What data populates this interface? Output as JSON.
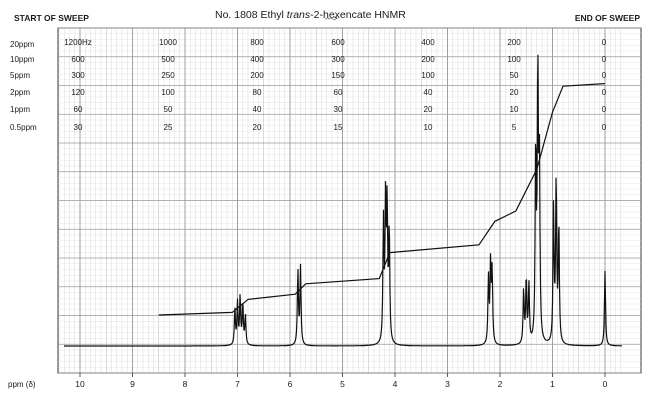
{
  "header": {
    "start_label": "START OF SWEEP",
    "title_prefix": "No. 1808 Ethyl ",
    "title_italic": "trans",
    "title_suffix": "-2-hexencate HNMR",
    "arrow": "--->",
    "end_label": "END OF SWEEP"
  },
  "sweep_table": {
    "row_labels": [
      "20ppm",
      "10ppm",
      "5ppm",
      "2ppm",
      "1ppm",
      "0.5ppm"
    ],
    "col1": [
      "1200Hz",
      "600",
      "300",
      "120",
      "60",
      "30"
    ],
    "columns": [
      [
        "1000",
        "500",
        "250",
        "100",
        "50",
        "25"
      ],
      [
        "800",
        "400",
        "200",
        "80",
        "40",
        "20"
      ],
      [
        "600",
        "300",
        "150",
        "60",
        "30",
        "15"
      ],
      [
        "400",
        "200",
        "100",
        "40",
        "20",
        "10"
      ],
      [
        "200",
        "100",
        "50",
        "20",
        "10",
        "5"
      ],
      [
        "0",
        "0",
        "0",
        "0",
        "0",
        "0"
      ]
    ]
  },
  "chart_data": {
    "type": "line",
    "title": "No. 1808 Ethyl trans-2-hexencate HNMR",
    "xlabel": "ppm (δ)",
    "ylabel": "",
    "xlim": [
      10.5,
      -0.3
    ],
    "x_reversed": true,
    "x_ticks": [
      "10",
      "9",
      "8",
      "7",
      "6",
      "5",
      "4",
      "3",
      "2",
      "1",
      "0"
    ],
    "x_tick_values": [
      10,
      9,
      8,
      7,
      6,
      5,
      4,
      3,
      2,
      1,
      0
    ],
    "grid": true,
    "series": [
      {
        "role": "spectrum",
        "peaks_ppm_relative_intensity": [
          [
            7.05,
            0.12
          ],
          [
            7.0,
            0.14
          ],
          [
            6.95,
            0.16
          ],
          [
            6.9,
            0.14
          ],
          [
            6.85,
            0.1
          ],
          [
            5.85,
            0.25
          ],
          [
            5.8,
            0.26
          ],
          [
            4.22,
            0.4
          ],
          [
            4.18,
            0.45
          ],
          [
            4.15,
            0.44
          ],
          [
            4.11,
            0.38
          ],
          [
            2.22,
            0.22
          ],
          [
            2.18,
            0.26
          ],
          [
            2.15,
            0.24
          ],
          [
            1.55,
            0.18
          ],
          [
            1.5,
            0.22
          ],
          [
            1.45,
            0.2
          ],
          [
            1.32,
            0.65
          ],
          [
            1.28,
            0.9
          ],
          [
            1.25,
            0.6
          ],
          [
            0.98,
            0.45
          ],
          [
            0.93,
            0.55
          ],
          [
            0.88,
            0.4
          ],
          [
            0.0,
            0.25
          ]
        ]
      },
      {
        "role": "integral",
        "points": [
          [
            8.5,
            0.0
          ],
          [
            7.1,
            0.01
          ],
          [
            6.8,
            0.06
          ],
          [
            5.9,
            0.08
          ],
          [
            5.7,
            0.12
          ],
          [
            4.3,
            0.14
          ],
          [
            4.1,
            0.24
          ],
          [
            2.4,
            0.27
          ],
          [
            2.1,
            0.36
          ],
          [
            1.7,
            0.4
          ],
          [
            1.5,
            0.48
          ],
          [
            1.3,
            0.56
          ],
          [
            1.0,
            0.78
          ],
          [
            0.8,
            0.88
          ],
          [
            0.0,
            0.89
          ]
        ]
      }
    ]
  }
}
